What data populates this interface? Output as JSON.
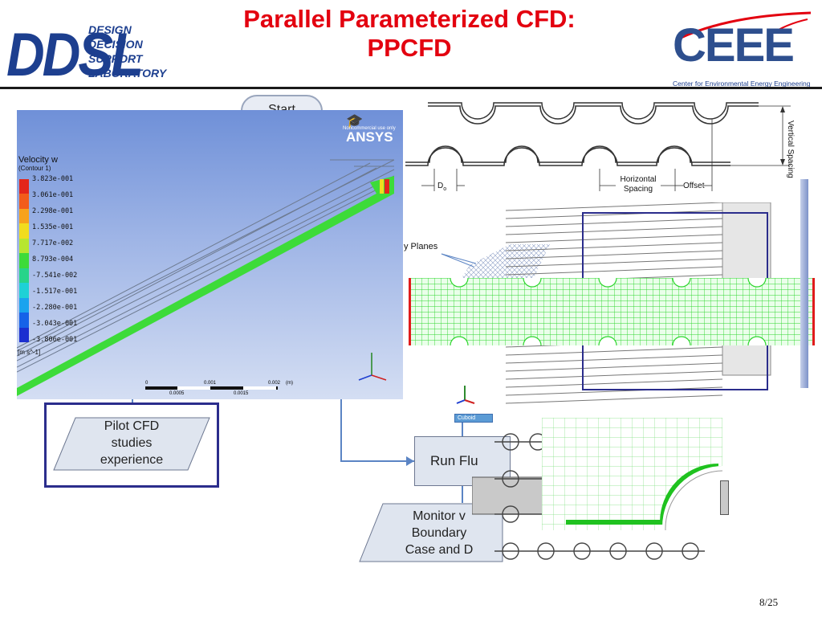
{
  "header": {
    "title_line1": "Parallel Parameterized CFD:",
    "title_line2": "PPCFD",
    "left_logo": {
      "big": "DDSL",
      "lines": [
        "DESIGN",
        "DECISION",
        "SUPPORT",
        "LABORATORY"
      ]
    },
    "right_logo": {
      "big": "CEEE",
      "sub": "Center for Environmental Energy Engineering"
    }
  },
  "flowchart": {
    "start_label": "Start",
    "pilot_label_lines": [
      "Pilot CFD",
      "studies",
      "experience"
    ],
    "run_label": "Run Flu",
    "monitor_lines": [
      "Monitor v",
      "Boundary",
      "Case and D"
    ]
  },
  "cfd_panel": {
    "brand": "ANSYS",
    "brand_sub": "Noncommercial use only",
    "legend_title": "Velocity  w",
    "legend_sub": "(Contour  1)",
    "legend_values": [
      "3.823e-001",
      "3.061e-001",
      "2.298e-001",
      "1.535e-001",
      "7.717e-002",
      "8.793e-004",
      "-7.541e-002",
      "-1.517e-001",
      "-2.280e-001",
      "-3.043e-001",
      "-3.806e-001"
    ],
    "legend_colors": [
      "#e3261b",
      "#f25c1a",
      "#f7a21c",
      "#f1dc1e",
      "#b7e630",
      "#3ddb39",
      "#27d48a",
      "#1ed1d6",
      "#1aa3ee",
      "#1662e8",
      "#1b2fd0"
    ],
    "unit": "[m s^-1]",
    "scale_labels_top": [
      "0",
      "0.001",
      "0.002",
      "(m)"
    ],
    "scale_labels_bottom": [
      "0.0005",
      "0.0015"
    ]
  },
  "diagram": {
    "vertical_spacing": "Vertical Spacing",
    "horizontal_spacing_line1": "Horizontal",
    "horizontal_spacing_line2": "Spacing",
    "offset": "Offset",
    "diameter": "D",
    "diameter_sub": "o",
    "planes_label": "y Planes"
  },
  "widget": {
    "cuboid_label": "Cuboid"
  },
  "page": "8/25",
  "colors": {
    "title_red": "#e3000f",
    "logo_blue": "#1d3f8f",
    "frame_navy": "#2b2d8c",
    "mesh_green": "#2ed62e"
  }
}
